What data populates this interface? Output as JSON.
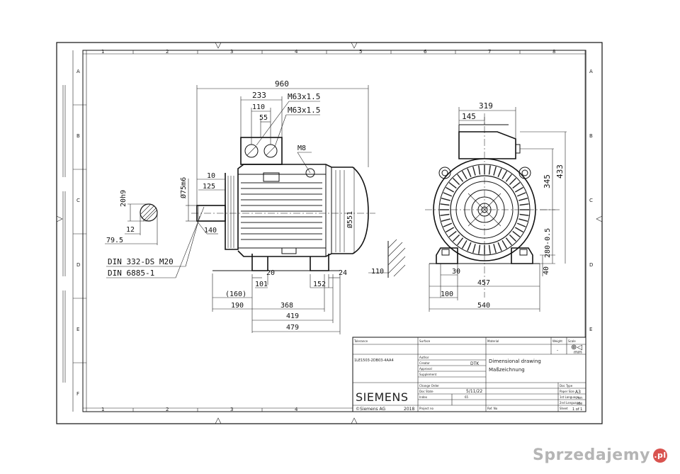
{
  "frame": {
    "columns": [
      "1",
      "2",
      "3",
      "4",
      "5",
      "6",
      "7",
      "8"
    ],
    "rows": [
      "A",
      "B",
      "C",
      "D",
      "E",
      "F"
    ]
  },
  "side_view": {
    "dims": {
      "overall_length": "960",
      "terminal_box_width": "233",
      "gland_spacing": "110",
      "gland_offset": "55",
      "gland_1": "M63x1.5",
      "gland_2": "M63x1.5",
      "lifting": "M8",
      "shaft_dia": "Ø75m6",
      "shaft_length_a": "10",
      "shaft_length_b": "125",
      "shaft_length_c": "140",
      "key_width": "20h9",
      "key_depth": "12",
      "shaft_height": "79.5",
      "frame_dia": "Ø551",
      "din_1": "DIN 332-DS M20",
      "din_2": "DIN 6885-1",
      "foot_20": "20",
      "foot_101": "101",
      "foot_152": "152",
      "foot_24": "24",
      "foot_160": "(160)",
      "foot_190": "190",
      "foot_368": "368",
      "foot_419": "419",
      "foot_479": "479",
      "clearance": "110"
    }
  },
  "end_view": {
    "dims": {
      "box_width": "319",
      "box_offset": "145",
      "height_345": "345",
      "height_433": "433",
      "shaft_height": "280-0.5",
      "foot_height": "40",
      "foot_30": "30",
      "foot_457": "457",
      "foot_100": "100",
      "foot_540": "540"
    }
  },
  "title_block": {
    "tolerance_label": "Tolerance",
    "surface_label": "Surface",
    "material_label": "Material",
    "weight_label": "Weight",
    "weight_value": "-",
    "scale_label": "Scale",
    "unit": "mm",
    "order_no": "1LE1503-2DB03-4AA4",
    "author_label": "Author",
    "creator_label": "Creator",
    "creator_value": "DTK",
    "approval_label": "Approval",
    "supplement_label": "Supplement",
    "title_en": "Dimensional drawing",
    "title_de": "Maßzeichnung",
    "change_order_label": "Change Order",
    "logo": "SIEMENS",
    "doc_state_label": "Doc State",
    "date_value": "5/11/22",
    "index_label": "Index",
    "index_value": "65",
    "copyright": "©Siemens AG",
    "year": "2018",
    "project_label": "Project no",
    "ref_label": "Ref. No",
    "paper_size_label": "Paper Size",
    "paper_size": "A3",
    "lang1_label": "1st Language",
    "lang1": "en",
    "lang2_label": "2nd Language",
    "lang2": "de",
    "sheet_label": "Sheet",
    "sheet": "1 of 1",
    "doc_type_label": "Doc Type"
  },
  "watermark": {
    "text": "Sprzedajemy",
    "suffix": ".pl"
  }
}
